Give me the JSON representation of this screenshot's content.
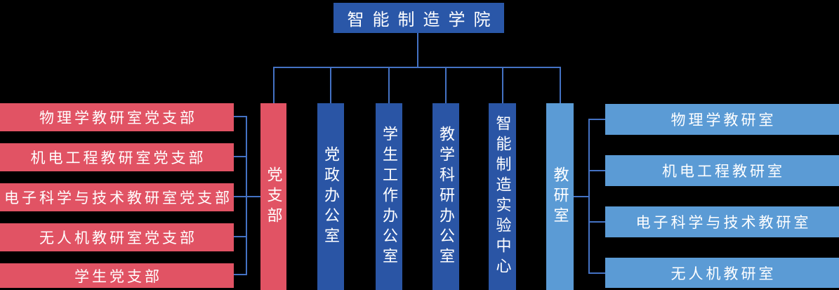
{
  "root": {
    "label": "智能制造学院"
  },
  "left_branch": {
    "column_label": "党支部",
    "items": [
      "物理学教研室党支部",
      "机电工程教研室党支部",
      "电子科学与技术教研室党支部",
      "无人机教研室党支部",
      "学生党支部"
    ]
  },
  "departments": [
    "党政办公室",
    "学生工作办公室",
    "教学科研办公室",
    "智能制造实验中心"
  ],
  "right_branch": {
    "column_label": "教研室",
    "items": [
      "物理学教研室",
      "机电工程教研室",
      "电子科学与技术教研室",
      "无人机教研室"
    ]
  },
  "colors": {
    "background": "#000000",
    "dark_blue": "#2a55a5",
    "light_blue": "#5b9bd5",
    "red": "#e15364",
    "connector": "#4472c4",
    "text": "#ffffff"
  }
}
